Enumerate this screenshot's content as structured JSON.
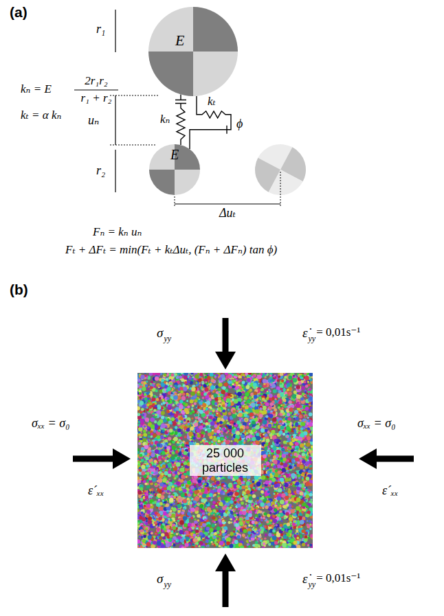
{
  "diagram": {
    "nodes": [
      {
        "text": [
          "E"
        ]
      },
      {
        "text": [
          "E"
        ]
      },
      {
        "text": [
          "25 000 particles"
        ]
      }
    ],
    "edges": [
      {
        "from": 0,
        "to": 1,
        "arrow": "none",
        "label": "kₙ"
      },
      {
        "from": 0,
        "to": 1,
        "arrow": "none",
        "label": "kₜ"
      }
    ],
    "labels": [
      "(a)",
      "kₙ = E",
      "2r₁r₂",
      "r₁ + r₂",
      "kₜ = α kₙ",
      "r₁",
      "uₙ",
      "ϕ",
      "r₂",
      "Δuₜ",
      "Fₙ = kₙ uₙ",
      "Fₜ + ΔFₜ = min(Fₜ + kₜΔuₜ, (Fₙ + ΔFₙ) tan ϕ)",
      "(b)",
      "σ",
      "yy",
      "ε̇",
      "yy",
      "= 0,01s⁻¹",
      "σₓₓ = σ₀",
      "σₓₓ = σ₀",
      "ε´ₓₓ",
      "ε´ₓₓ",
      "σ",
      "yy",
      "ε̇",
      "yy",
      "= 0,01s⁻¹"
    ]
  }
}
